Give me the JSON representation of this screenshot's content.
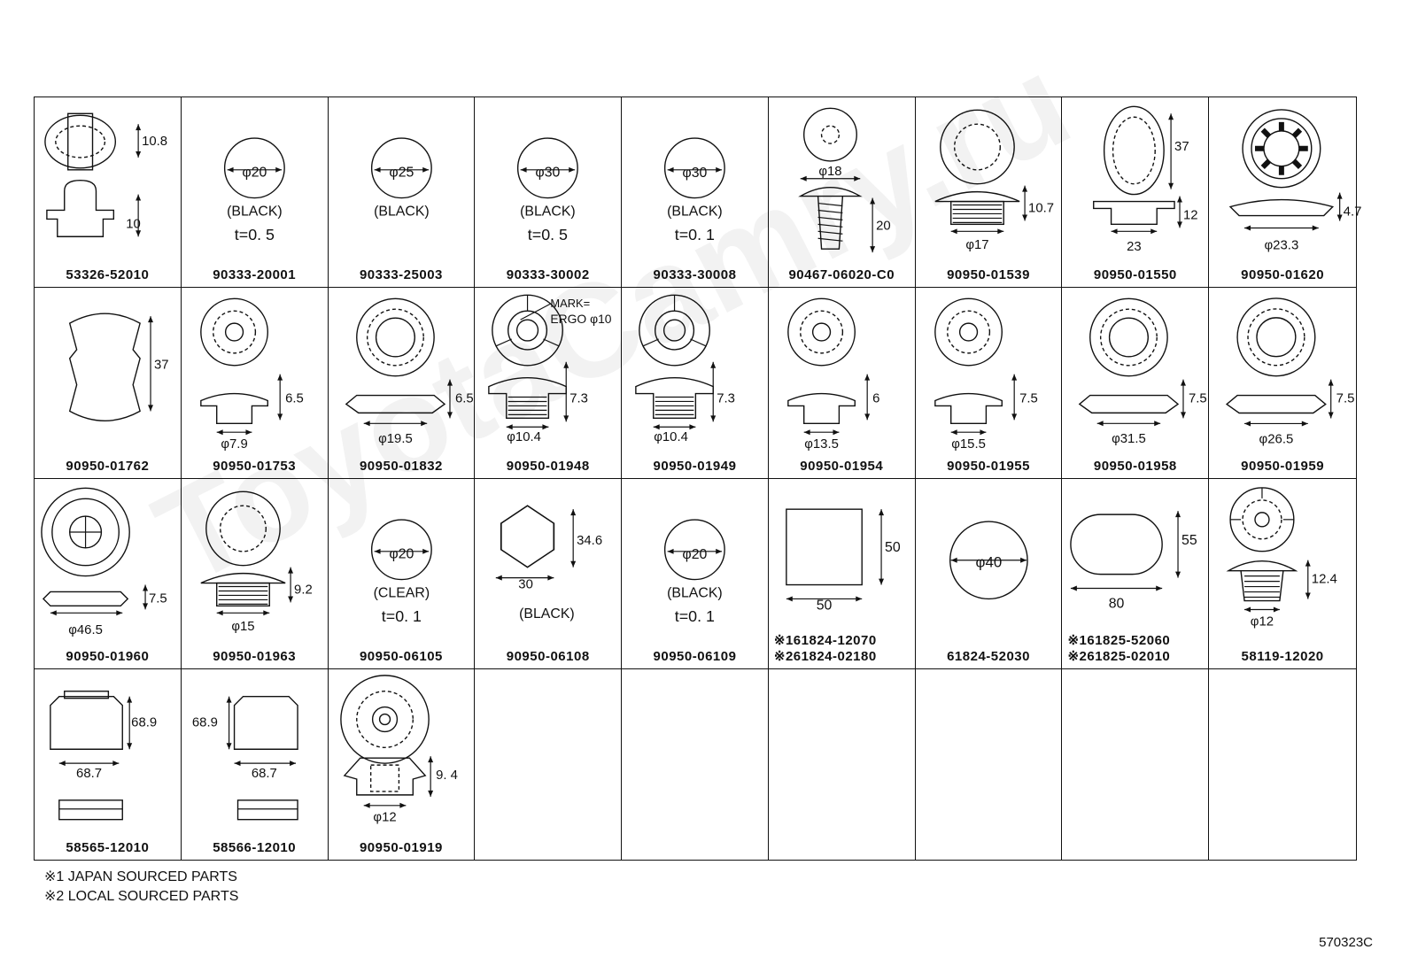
{
  "watermark": "ToyotaCamry.ru",
  "figure_id": "570323C",
  "notes": [
    "※1  JAPAN SOURCED PARTS",
    "※2  LOCAL SOURCED PARTS"
  ],
  "cells": [
    {
      "parts": [
        "53326-52010"
      ],
      "shape": "oval-clip",
      "dims": [
        "10.8",
        "10"
      ]
    },
    {
      "parts": [
        "90333-20001"
      ],
      "shape": "disc",
      "dims": [
        "φ20"
      ],
      "notes": [
        "(BLACK)",
        "t=0. 5"
      ]
    },
    {
      "parts": [
        "90333-25003"
      ],
      "shape": "disc",
      "dims": [
        "φ25"
      ],
      "notes": [
        "(BLACK)"
      ]
    },
    {
      "parts": [
        "90333-30002"
      ],
      "shape": "disc",
      "dims": [
        "φ30"
      ],
      "notes": [
        "(BLACK)",
        "t=0. 5"
      ]
    },
    {
      "parts": [
        "90333-30008"
      ],
      "shape": "disc",
      "dims": [
        "φ30"
      ],
      "notes": [
        "(BLACK)",
        "t=0. 1"
      ]
    },
    {
      "parts": [
        "90467-06020-C0"
      ],
      "shape": "push-rivet",
      "dims": [
        "φ18",
        "20"
      ]
    },
    {
      "parts": [
        "90950-01539"
      ],
      "shape": "plug",
      "dims": [
        "10.7",
        "φ17"
      ]
    },
    {
      "parts": [
        "90950-01550"
      ],
      "shape": "oval-grommet",
      "dims": [
        "37",
        "12",
        "23"
      ]
    },
    {
      "parts": [
        "90950-01620"
      ],
      "shape": "gear-grommet",
      "dims": [
        "4.7",
        "φ23.3"
      ]
    },
    {
      "parts": [
        "90950-01762"
      ],
      "shape": "snap-plate",
      "dims": [
        "37"
      ]
    },
    {
      "parts": [
        "90950-01753"
      ],
      "shape": "grommet",
      "dims": [
        "6.5",
        "φ7.9"
      ]
    },
    {
      "parts": [
        "90950-01832"
      ],
      "shape": "grommet-wide",
      "dims": [
        "6.5",
        "φ19.5"
      ]
    },
    {
      "parts": [
        "90950-01948"
      ],
      "shape": "grommet-mark",
      "dims": [
        "MARK=",
        "ERGO φ10",
        "7.3",
        "φ10.4"
      ]
    },
    {
      "parts": [
        "90950-01949"
      ],
      "shape": "grommet-mark",
      "dims": [
        "7.3",
        "φ10.4"
      ]
    },
    {
      "parts": [
        "90950-01954"
      ],
      "shape": "grommet",
      "dims": [
        "6",
        "φ13.5"
      ]
    },
    {
      "parts": [
        "90950-01955"
      ],
      "shape": "grommet",
      "dims": [
        "7.5",
        "φ15.5"
      ]
    },
    {
      "parts": [
        "90950-01958"
      ],
      "shape": "grommet-wide",
      "dims": [
        "7.5",
        "φ31.5"
      ]
    },
    {
      "parts": [
        "90950-01959"
      ],
      "shape": "grommet-wide",
      "dims": [
        "7.5",
        "φ26.5"
      ]
    },
    {
      "parts": [
        "90950-01960"
      ],
      "shape": "cross-grommet",
      "dims": [
        "7.5",
        "φ46.5"
      ]
    },
    {
      "parts": [
        "90950-01963"
      ],
      "shape": "plug",
      "dims": [
        "9.2",
        "φ15"
      ]
    },
    {
      "parts": [
        "90950-06105"
      ],
      "shape": "disc",
      "dims": [
        "φ20"
      ],
      "notes": [
        "(CLEAR)",
        "t=0. 1"
      ]
    },
    {
      "parts": [
        "90950-06108"
      ],
      "shape": "hexagon",
      "dims": [
        "34.6",
        "30"
      ],
      "notes": [
        "(BLACK)"
      ]
    },
    {
      "parts": [
        "90950-06109"
      ],
      "shape": "disc",
      "dims": [
        "φ20"
      ],
      "notes": [
        "(BLACK)",
        "t=0. 1"
      ]
    },
    {
      "parts": [
        "※161824-12070",
        "※261824-02180"
      ],
      "shape": "square",
      "dims": [
        "50",
        "50"
      ]
    },
    {
      "parts": [
        "61824-52030"
      ],
      "shape": "disc-large",
      "dims": [
        "φ40"
      ]
    },
    {
      "parts": [
        "※161825-52060",
        "※261825-02010"
      ],
      "shape": "stadium",
      "dims": [
        "55",
        "80"
      ]
    },
    {
      "parts": [
        "58119-12020"
      ],
      "shape": "cap-grommet",
      "dims": [
        "12.4",
        "φ12"
      ]
    },
    {
      "parts": [
        "58565-12010"
      ],
      "shape": "cover",
      "dims": [
        "68.9",
        "68.7"
      ]
    },
    {
      "parts": [
        "58566-12010"
      ],
      "shape": "cover-mirror",
      "dims": [
        "68.9",
        "68.7"
      ]
    },
    {
      "parts": [
        "90950-01919"
      ],
      "shape": "cone-grommet",
      "dims": [
        "9. 4",
        "φ12"
      ]
    },
    {
      "parts": []
    },
    {
      "parts": []
    },
    {
      "parts": []
    },
    {
      "parts": []
    },
    {
      "parts": []
    },
    {
      "parts": []
    }
  ]
}
